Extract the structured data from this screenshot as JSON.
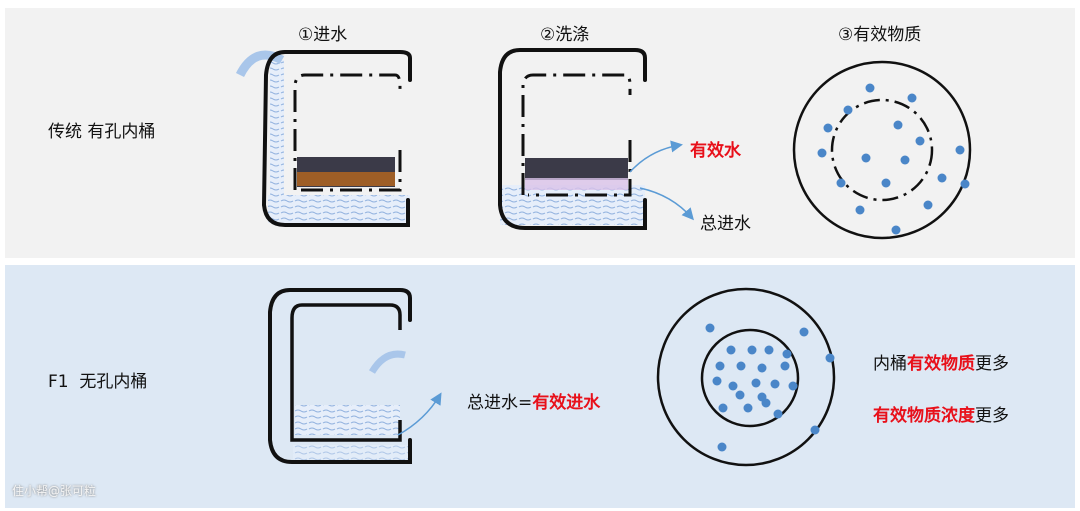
{
  "traditional": {
    "label": "传统 有孔内桶",
    "step1": "①进水",
    "step2": "②洗涤",
    "step3": "③有效物质",
    "effective_water": "有效水",
    "total_water": "总进水"
  },
  "f1": {
    "label": "F1  无孔内桶",
    "equation_prefix": "总进水=",
    "equation_highlight": "有效进水",
    "note1_prefix": "内桶",
    "note1_highlight": "有效物质",
    "note1_suffix": "更多",
    "note2_highlight": "有效物质浓度",
    "note2_suffix": "更多"
  },
  "watermark": "住小帮@张可粒",
  "colors": {
    "top_bg": "#f2f2f2",
    "bottom_bg": "#dde8f4",
    "accent_red": "#e8101a",
    "dot_blue": "#4a86c8"
  }
}
